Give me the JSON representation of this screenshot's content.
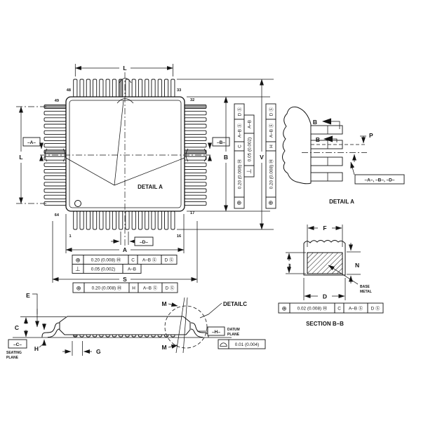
{
  "main_view": {
    "detail_a_label": "DETAIL A",
    "dim_top": "L",
    "dim_left": "L",
    "dim_body_height": "B",
    "dim_overall_height": "V",
    "dim_body_width": "A",
    "dim_overall_width": "S",
    "datum_a": "–A–",
    "datum_b": "–B–",
    "datum_d": "–D–",
    "pin_numbers": {
      "top_left": "48",
      "top_right": "33",
      "right_top": "32",
      "right_bottom": "17",
      "left_top": "49",
      "left_bottom": "64",
      "bottom_left": "1",
      "bottom_right": "16"
    }
  },
  "fcf": {
    "position_020_c": [
      "⊕",
      "0.20 (0.008) Ⓜ",
      "C",
      "A–B Ⓢ",
      "D Ⓢ"
    ],
    "perpendicularity_005": [
      "⊥",
      "0.05 (0.002)",
      "A–B"
    ],
    "position_020_h": [
      "⊕",
      "0.20 (0.008) Ⓜ",
      "H",
      "A–B Ⓢ",
      "D Ⓢ"
    ],
    "position_002_c": [
      "⊕",
      "0.02 (0.008) Ⓜ",
      "C",
      "A–B Ⓢ",
      "D Ⓢ"
    ],
    "profile_001": [
      "0.01 (0.004)"
    ]
  },
  "side_view": {
    "dim_e": "E",
    "dim_c": "C",
    "dim_h": "H",
    "dim_g": "G",
    "angle_m_top": "M",
    "angle_m_bottom": "M",
    "datum_c": "–C–",
    "seating_plane_line1": "SEATING",
    "seating_plane_line2": "PLANE",
    "detail_c_label": "DETAILC",
    "datum_h": "–H–",
    "datum_plane_line1": "DATUM",
    "datum_plane_line2": "PLANE"
  },
  "detail_a": {
    "label": "DETAIL A",
    "section_arrow_1": "B",
    "section_arrow_2": "B",
    "dim_p": "P",
    "datum_refs": "–A–, –B–, –D–"
  },
  "section_bb": {
    "label": "SECTION B–B",
    "dim_f": "F",
    "dim_j": "J",
    "dim_n": "N",
    "dim_d": "D",
    "base_metal_line1": "BASE",
    "base_metal_line2": "METAL"
  }
}
